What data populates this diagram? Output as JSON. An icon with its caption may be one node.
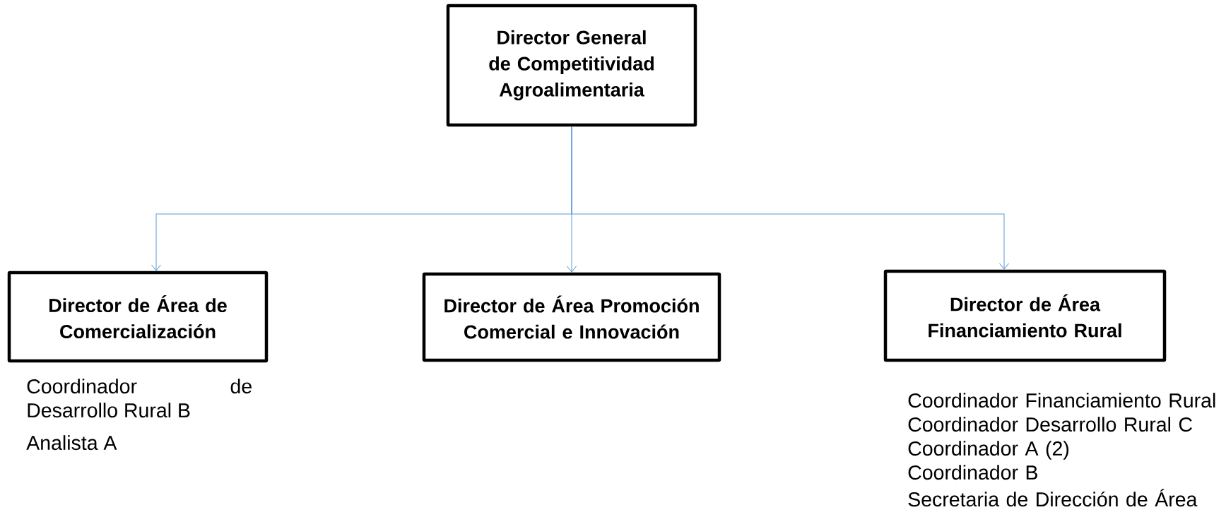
{
  "diagram": {
    "nodes": [
      {
        "text": [
          "Director General de Competitividad Agroalimentaria"
        ]
      },
      {
        "text": [
          "Director de Área de Comercialización"
        ],
        "beside": [
          "Coordinador de Desarrollo Rural B",
          "Analista A"
        ]
      },
      {
        "text": [
          "Director de Área Promoción Comercial e Innovación"
        ]
      },
      {
        "text": [
          "Director de Área Financiamiento Rural"
        ],
        "beside": [
          "Coordinador Financiamiento Rural",
          "Coordinador Desarrollo Rural C",
          "Coordinador A (2)",
          "Coordinador B",
          "Secretaria de Dirección de Área"
        ]
      }
    ],
    "edges": [
      {
        "from": 0,
        "to": 1,
        "arrow": "to"
      },
      {
        "from": 0,
        "to": 2,
        "arrow": "to"
      },
      {
        "from": 0,
        "to": 3,
        "arrow": "to"
      }
    ]
  }
}
